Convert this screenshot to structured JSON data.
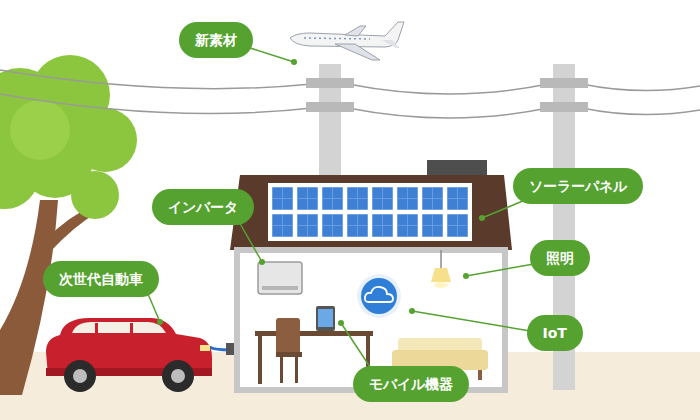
{
  "diagram": {
    "nodes": [
      {
        "text": [
          "新素材"
        ]
      },
      {
        "text": [
          "インバータ"
        ]
      },
      {
        "text": [
          "ソーラーパネル"
        ]
      },
      {
        "text": [
          "照明"
        ]
      },
      {
        "text": [
          "次世代自動車"
        ]
      },
      {
        "text": [
          "IoT"
        ]
      },
      {
        "text": [
          "モバイル機器"
        ]
      }
    ]
  }
}
